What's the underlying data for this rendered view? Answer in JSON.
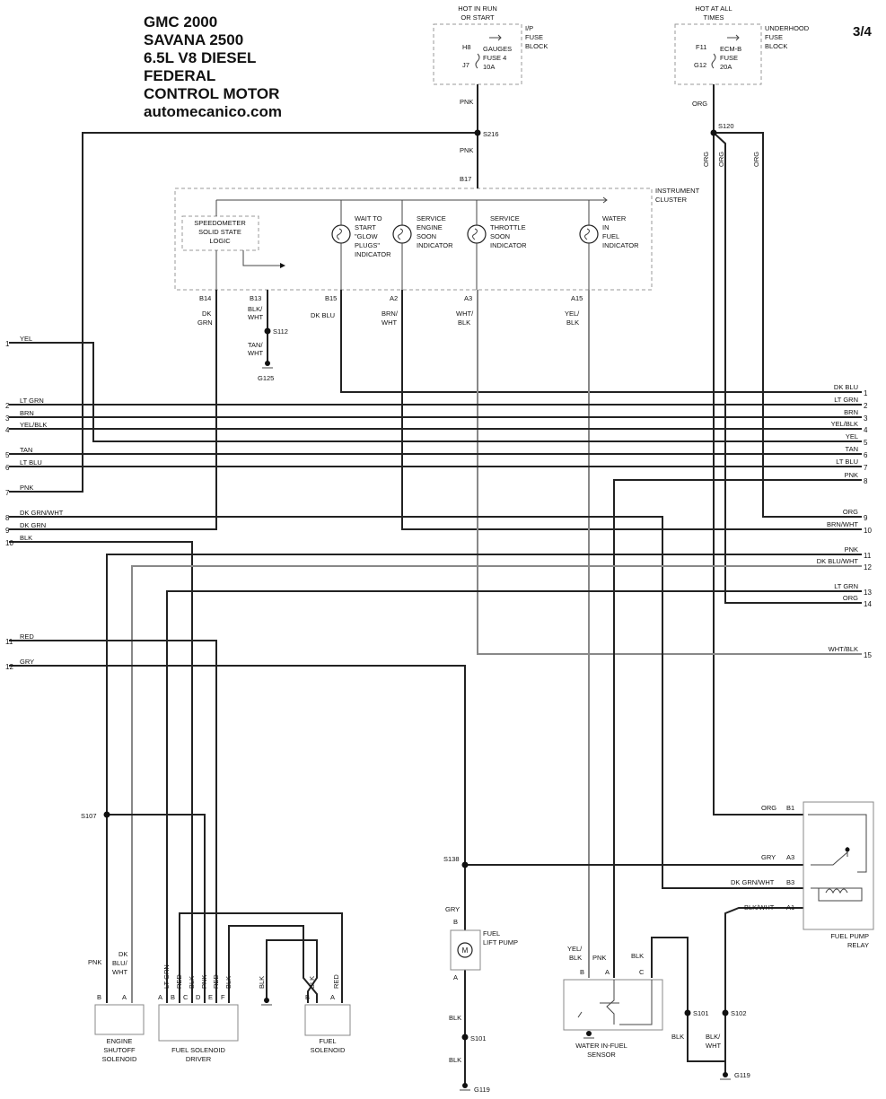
{
  "header": {
    "lines": [
      "GMC 2000",
      "SAVANA 2500",
      "6.5L V8 DIESEL",
      "FEDERAL",
      "CONTROL MOTOR",
      "automecanico.com"
    ],
    "page": "3/4"
  },
  "power": {
    "run_start": {
      "title1": "HOT IN RUN",
      "title2": "OR START",
      "block1": "I/P",
      "block2": "FUSE",
      "block3": "BLOCK",
      "pin_in": "H8",
      "pin_out": "J7",
      "fuse1": "GAUGES",
      "fuse2": "FUSE 4",
      "fuse3": "10A"
    },
    "all_times": {
      "title1": "HOT AT ALL",
      "title2": "TIMES",
      "block1": "UNDERHOOD",
      "block2": "FUSE",
      "block3": "BLOCK",
      "pin_in": "F11",
      "pin_out": "G12",
      "fuse1": "ECM-B",
      "fuse2": "FUSE",
      "fuse3": "20A"
    }
  },
  "splices": {
    "s216": "S216",
    "s120": "S120",
    "s112": "S112",
    "s107": "S107",
    "s138": "S138",
    "s101a": "S101",
    "s101b": "S101",
    "s102": "S102"
  },
  "grounds": {
    "g125": "G125",
    "g119a": "G119",
    "g119b": "G119"
  },
  "cluster": {
    "title1": "INSTRUMENT",
    "title2": "CLUSTER",
    "pin_in": "B17",
    "speedo": [
      "SPEEDOMETER",
      "SOLID STATE",
      "LOGIC"
    ],
    "wait": [
      "WAIT TO",
      "START",
      "\"GLOW",
      "PLUGS\"",
      "INDICATOR"
    ],
    "ses": [
      "SERVICE",
      "ENGINE",
      "SOON",
      "INDICATOR"
    ],
    "sts": [
      "SERVICE",
      "THROTTLE",
      "SOON",
      "INDICATOR"
    ],
    "wif": [
      "WATER",
      "IN",
      "FUEL",
      "INDICATOR"
    ],
    "pins": [
      "B14",
      "B13",
      "B15",
      "A2",
      "A3",
      "A15"
    ]
  },
  "wire_colors": {
    "pnk": "PNK",
    "pnk2": "PNK",
    "org": "ORG",
    "org2": "ORG",
    "org3": "ORG",
    "org4": "ORG",
    "dkgrn1": "DK",
    "dkgrn2": "GRN",
    "blkwht1": "BLK/",
    "blkwht2": "WHT",
    "tanwht1": "TAN/",
    "tanwht2": "WHT",
    "dkblu": "DK BLU",
    "brnwht1": "BRN/",
    "brnwht2": "WHT",
    "whtblk1": "WHT/",
    "whtblk2": "BLK",
    "yelblk1": "YEL/",
    "yelblk2": "BLK"
  },
  "left_connectors": [
    {
      "num": "1",
      "color": "YEL"
    },
    {
      "num": "2",
      "color": "LT GRN"
    },
    {
      "num": "3",
      "color": "BRN"
    },
    {
      "num": "4",
      "color": "YEL/BLK"
    },
    {
      "num": "5",
      "color": "TAN"
    },
    {
      "num": "6",
      "color": "LT BLU"
    },
    {
      "num": "7",
      "color": "PNK"
    },
    {
      "num": "8",
      "color": "DK GRN/WHT"
    },
    {
      "num": "9",
      "color": "DK GRN"
    },
    {
      "num": "10",
      "color": "BLK"
    },
    {
      "num": "11",
      "color": "RED"
    },
    {
      "num": "12",
      "color": "GRY"
    }
  ],
  "right_connectors": [
    {
      "num": "1",
      "color": "DK BLU"
    },
    {
      "num": "2",
      "color": "LT GRN"
    },
    {
      "num": "3",
      "color": "BRN"
    },
    {
      "num": "4",
      "color": "YEL/BLK"
    },
    {
      "num": "5",
      "color": "YEL"
    },
    {
      "num": "6",
      "color": "TAN"
    },
    {
      "num": "7",
      "color": "LT BLU"
    },
    {
      "num": "8",
      "color": "PNK"
    },
    {
      "num": "9",
      "color": "ORG"
    },
    {
      "num": "10",
      "color": "BRN/WHT"
    },
    {
      "num": "11",
      "color": "PNK"
    },
    {
      "num": "12",
      "color": "DK BLU/WHT"
    },
    {
      "num": "13",
      "color": "LT GRN"
    },
    {
      "num": "14",
      "color": "ORG"
    },
    {
      "num": "15",
      "color": "WHT/BLK"
    }
  ],
  "components": {
    "shutoff": {
      "name1": "ENGINE",
      "name2": "SHUTOFF",
      "name3": "SOLENOID",
      "w1": "PNK",
      "w2a": "DK",
      "w2b": "BLU/",
      "w2c": "WHT",
      "p1": "B",
      "p2": "A"
    },
    "driver": {
      "name1": "FUEL SOLENOID",
      "name2": "DRIVER",
      "wires": [
        "LT GRN",
        "RED",
        "BLK",
        "PNK",
        "RED",
        "BLK"
      ],
      "pins": [
        "A",
        "B",
        "C",
        "D",
        "E",
        "F"
      ]
    },
    "fuelsol": {
      "name1": "FUEL",
      "name2": "SOLENOID",
      "w1": "BLK",
      "w2": "BLK",
      "w3": "RED",
      "p1": "B",
      "p2": "A"
    },
    "pump": {
      "name1": "FUEL",
      "name2": "LIFT PUMP",
      "wire": "GRY",
      "pin_top": "B",
      "pin_bot": "A",
      "motor": "M",
      "blk1": "BLK",
      "blk2": "BLK"
    },
    "wif_sensor": {
      "name1": "WATER IN-FUEL",
      "name2": "SENSOR",
      "w1a": "YEL/",
      "w1b": "BLK",
      "w2": "PNK",
      "w3": "BLK",
      "p1": "B",
      "p2": "A",
      "p3": "C"
    },
    "relay": {
      "name1": "FUEL PUMP",
      "name2": "RELAY",
      "pins": [
        {
          "color": "ORG",
          "pin": "B1"
        },
        {
          "color": "GRY",
          "pin": "A3"
        },
        {
          "color": "DK GRN/WHT",
          "pin": "B3"
        },
        {
          "color": "BLK/WHT",
          "pin": "A1"
        }
      ],
      "gnd_w1": "BLK",
      "gnd_w2a": "BLK/",
      "gnd_w2b": "WHT"
    }
  }
}
